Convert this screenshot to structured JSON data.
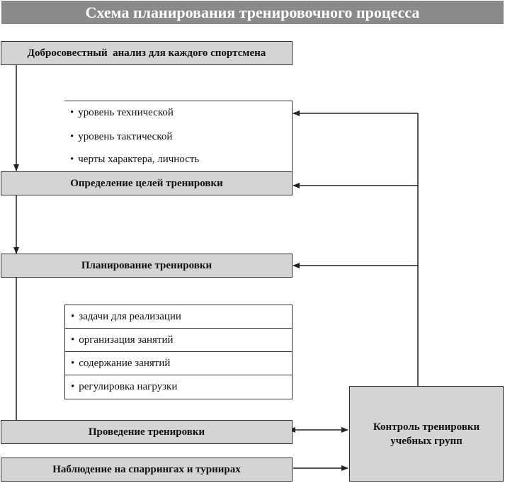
{
  "title": "Схема планирования тренировочного процесса",
  "boxes": {
    "analysis": "Добросовестный  анализ для каждого спортсмена",
    "goals": "Определение целей тренировки",
    "planning": "Планирование тренировки",
    "conduct": "Проведение тренировки",
    "observation": "Наблюдение на спаррингах и турнирах",
    "control_line1": "Контроль тренировки",
    "control_line2": "учебных групп"
  },
  "list_top": [
    "уровень технической",
    "уровень тактической",
    "черты характера, личность"
  ],
  "list_bottom": [
    "задачи для реализации",
    "организация занятий",
    "содержание занятий",
    "регулировка нагрузки"
  ],
  "bullet": "•"
}
